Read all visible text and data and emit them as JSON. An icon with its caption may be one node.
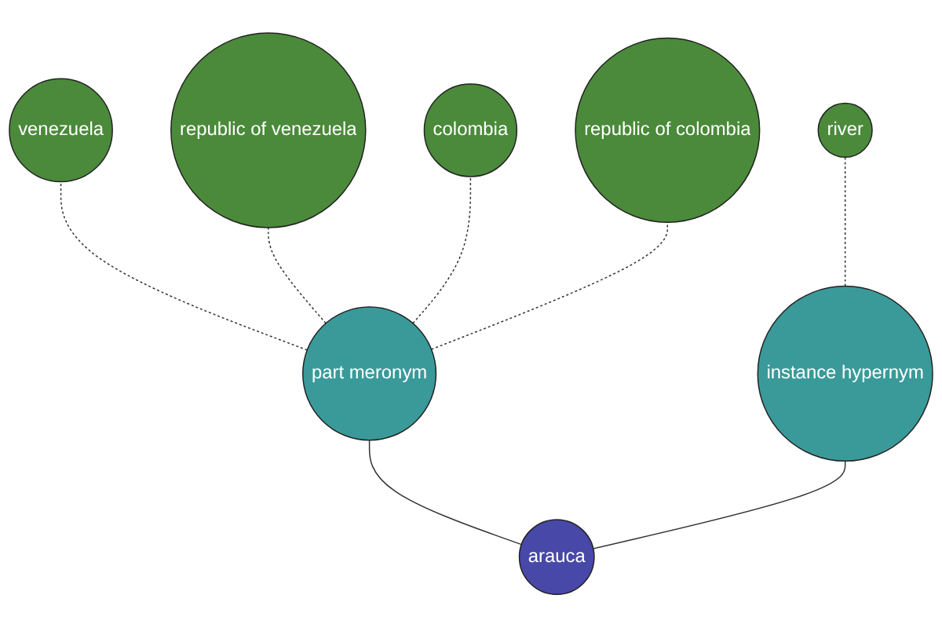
{
  "diagram": {
    "nodes": [
      {
        "text": [
          "arauca"
        ]
      },
      {
        "text": [
          "part meronym"
        ]
      },
      {
        "text": [
          "venezuela"
        ]
      },
      {
        "text": [
          "republic of venezuela"
        ]
      },
      {
        "text": [
          "colombia"
        ]
      },
      {
        "text": [
          "republic of colombia"
        ]
      },
      {
        "text": [
          "instance hypernym"
        ]
      },
      {
        "text": [
          "river"
        ]
      }
    ],
    "edges": [
      {
        "from": 0,
        "to": 1,
        "arrow": "none"
      },
      {
        "from": 1,
        "to": 2,
        "arrow": "none",
        "style": "dashed"
      },
      {
        "from": 1,
        "to": 3,
        "arrow": "none",
        "style": "dashed"
      },
      {
        "from": 1,
        "to": 4,
        "arrow": "none",
        "style": "dashed"
      },
      {
        "from": 1,
        "to": 5,
        "arrow": "none",
        "style": "dashed"
      },
      {
        "from": 0,
        "to": 6,
        "arrow": "none"
      },
      {
        "from": 6,
        "to": 7,
        "arrow": "none",
        "style": "dashed"
      }
    ]
  }
}
